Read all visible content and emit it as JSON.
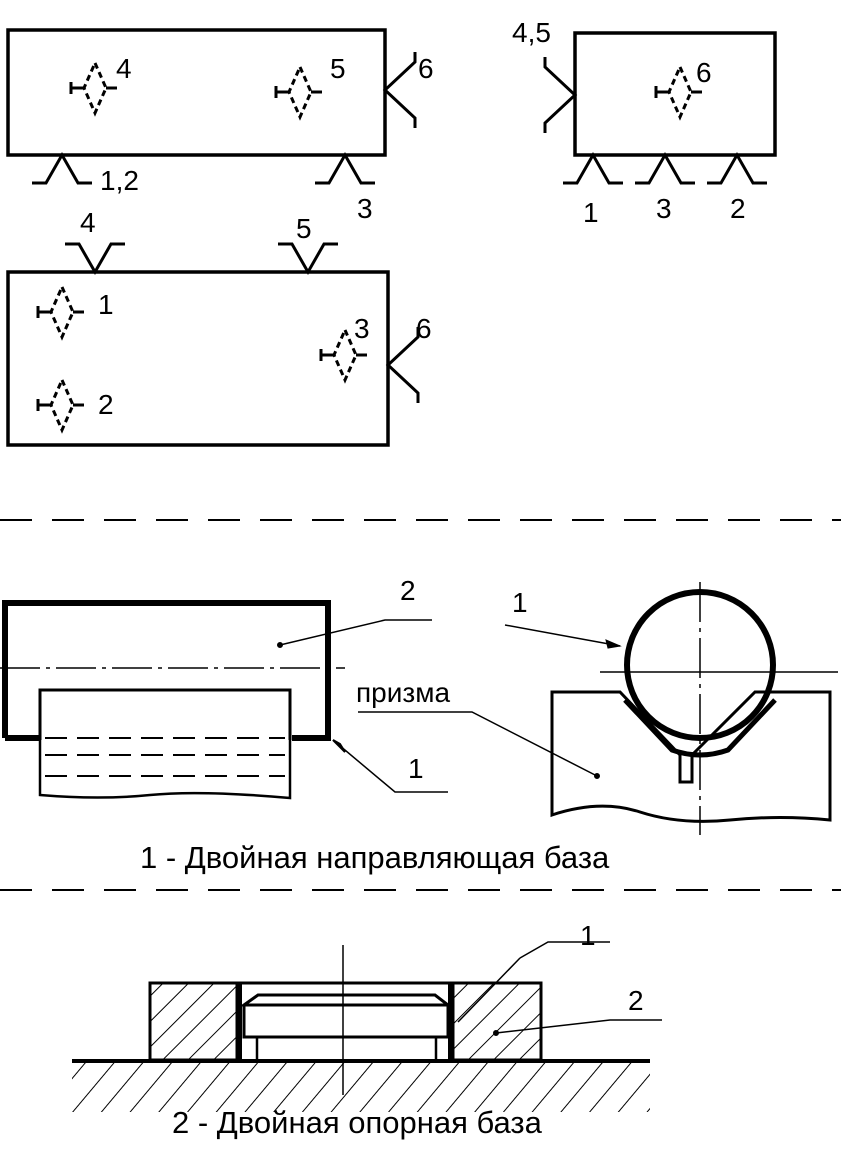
{
  "scheme_a": {
    "clamp_left": "4",
    "clamp_right": "5",
    "side": "6",
    "bottom_left": "1,2",
    "bottom_right": "3"
  },
  "scheme_b": {
    "side": "4,5",
    "clamp": "6",
    "bottom_1": "1",
    "bottom_2": "3",
    "bottom_3": "2"
  },
  "scheme_c": {
    "top_left": "4",
    "top_right": "5",
    "clamp_1": "1",
    "clamp_2": "2",
    "clamp_3": "3",
    "side": "6"
  },
  "guide": {
    "label_2": "2",
    "label_1_left": "1",
    "label_1_right": "1",
    "prism_label": "призма",
    "caption": "1 - Двойная направляющая база"
  },
  "support": {
    "label_1": "1",
    "label_2": "2",
    "caption": "2 - Двойная опорная база"
  }
}
